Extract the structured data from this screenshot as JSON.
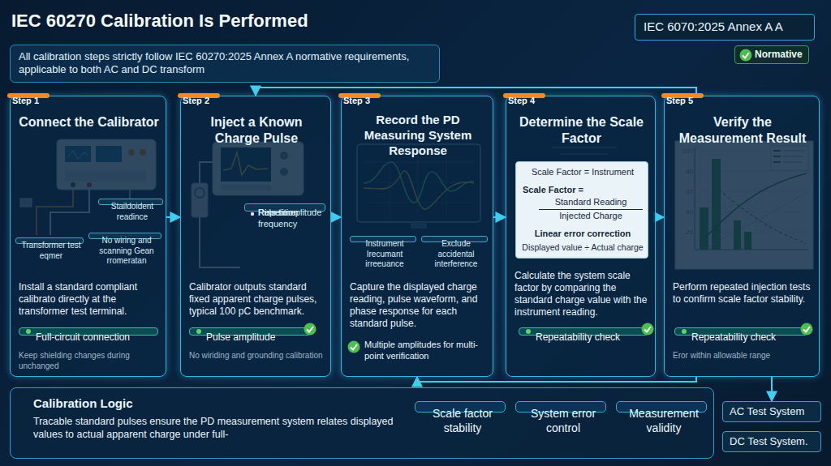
{
  "diagram": {
    "title": "IEC 60270 Calibration Is Performed",
    "nodes": [
      {
        "text": [
          "IEC 6070:2025 Annex A A"
        ]
      },
      {
        "text": [
          "Normative"
        ]
      },
      {
        "text": [
          "All calibration steps strictly follow IEC 60270:2025 Annex A normative requirements, applicable to both AC and DC transform"
        ]
      },
      {
        "text": [
          "Connect the Calibrator",
          "Install a standard compliant calibrato directly at the transformer test terminal.",
          "Keep shielding changes during unchanged"
        ]
      },
      {
        "text": [
          "Step 1"
        ],
        "in": 3
      },
      {
        "text": [
          "Staildoident readince"
        ],
        "in": 3
      },
      {
        "text": [
          "Transformer test eqmer"
        ],
        "in": 3
      },
      {
        "text": [
          "No wiring and scanning Gean rromeratan"
        ],
        "in": 3
      },
      {
        "text": [
          "Full-circuit connection"
        ],
        "in": 3
      },
      {
        "text": [
          "Inject a Known Charge Pulse",
          "Calibrator outputs standard fixed apparent charge pulses, typical 100 pC benchmark.",
          "No wiriding and grounding calibration"
        ]
      },
      {
        "text": [
          "Step 2"
        ],
        "in": 9
      },
      {
        "text": [
          "Pulse amplitude",
          "Rise time",
          "Repetition frequency"
        ],
        "in": 9
      },
      {
        "text": [
          "Pulse amplitude"
        ],
        "in": 9
      },
      {
        "text": [
          "Record the PD Measuring System Response",
          "Capture the displayed charge reading, pulse waveform, and phase response for each standard pulse.",
          "Multiple amplitudes for multi-point verification"
        ]
      },
      {
        "text": [
          "Step 3"
        ],
        "in": 13
      },
      {
        "text": [
          "Instrument Irecumant irreeuance"
        ],
        "in": 13
      },
      {
        "text": [
          "Exclude accidental interference"
        ],
        "in": 13
      },
      {
        "text": [
          "Determine the Scale Factor",
          "Calculate the system scale factor by comparing the standard charge value with the instrument reading."
        ]
      },
      {
        "text": [
          "Step 4"
        ],
        "in": 17
      },
      {
        "text": [
          "Scale Factor = Instrument",
          "Scale Factor =",
          "Standard Reading",
          "Injected Charge",
          "Linear error correction",
          "Displayed value ÷ Actual charge"
        ],
        "in": 17
      },
      {
        "text": [
          "Repeatability check"
        ],
        "in": 17
      },
      {
        "text": [
          "Verify the Measurement Result",
          "Perform repeated injection tests to confirm scale factor stability.",
          "Eror within allowable range"
        ]
      },
      {
        "text": [
          "Step 5"
        ],
        "in": 21
      },
      {
        "text": [
          "Repeatability check"
        ],
        "in": 21
      },
      {
        "text": [
          "Calibration Logic",
          "Tracable standard pulses ensure the PD measurement system relates displayed values to actual apparent charge under full-"
        ]
      },
      {
        "text": [
          "Scale factor stability"
        ],
        "in": 24
      },
      {
        "text": [
          "System error control"
        ],
        "in": 24
      },
      {
        "text": [
          "Measurement validity"
        ],
        "in": 24
      },
      {
        "text": [
          "AC Test System"
        ]
      },
      {
        "text": [
          "DC Test System."
        ]
      }
    ],
    "edges": [
      {
        "from": 3,
        "to": 9,
        "arrow": "to"
      },
      {
        "from": 9,
        "to": 13,
        "arrow": "to"
      },
      {
        "from": 13,
        "to": 17,
        "arrow": "to"
      },
      {
        "from": 17,
        "to": 21,
        "arrow": "to"
      },
      {
        "from": 21,
        "to": 9,
        "arrow": "to"
      },
      {
        "from": 21,
        "to": 13,
        "arrow": "to"
      },
      {
        "from": 21,
        "to": 28,
        "arrow": "to"
      }
    ],
    "labels": [
      "100",
      "80",
      "60",
      "40",
      "20"
    ]
  }
}
